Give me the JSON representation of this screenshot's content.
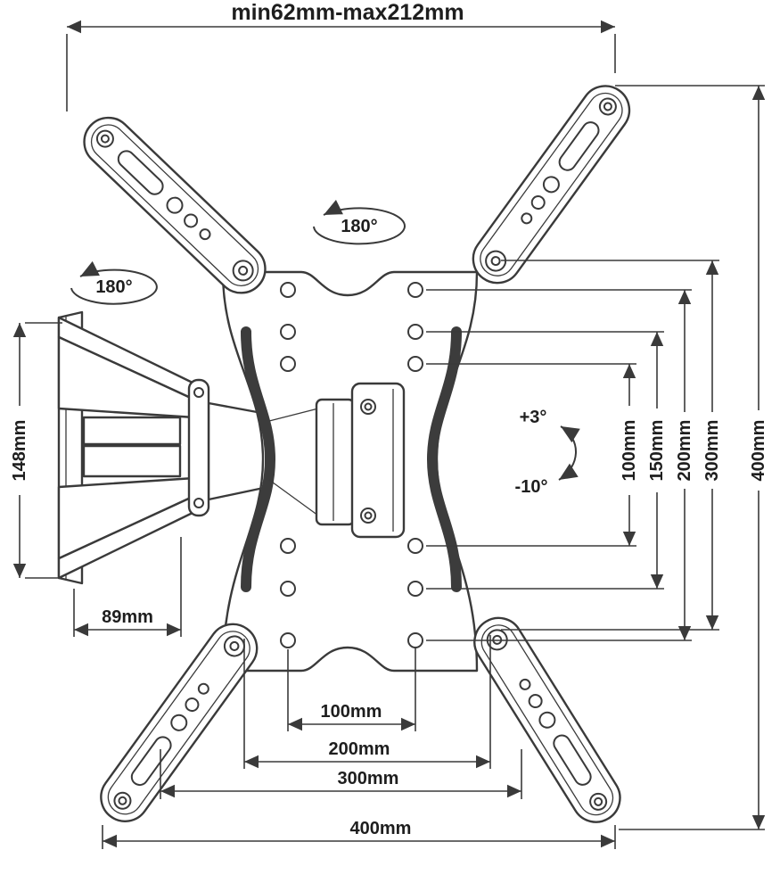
{
  "diagram": {
    "subject": "Full-motion TV wall mount — dimensioned technical drawing",
    "background": "#ffffff",
    "line_color": "#3a3a3a",
    "labels": {
      "top_span": "min62mm-max212mm",
      "swivel_top": "180°",
      "swivel_left": "180°",
      "tilt_up": "+3°",
      "tilt_down": "-10°",
      "left_height": "148mm",
      "arm_depth": "89mm"
    },
    "vertical_dims": [
      "100mm",
      "150mm",
      "200mm",
      "300mm",
      "400mm"
    ],
    "horizontal_dims": [
      "100mm",
      "200mm",
      "300mm",
      "400mm"
    ]
  }
}
